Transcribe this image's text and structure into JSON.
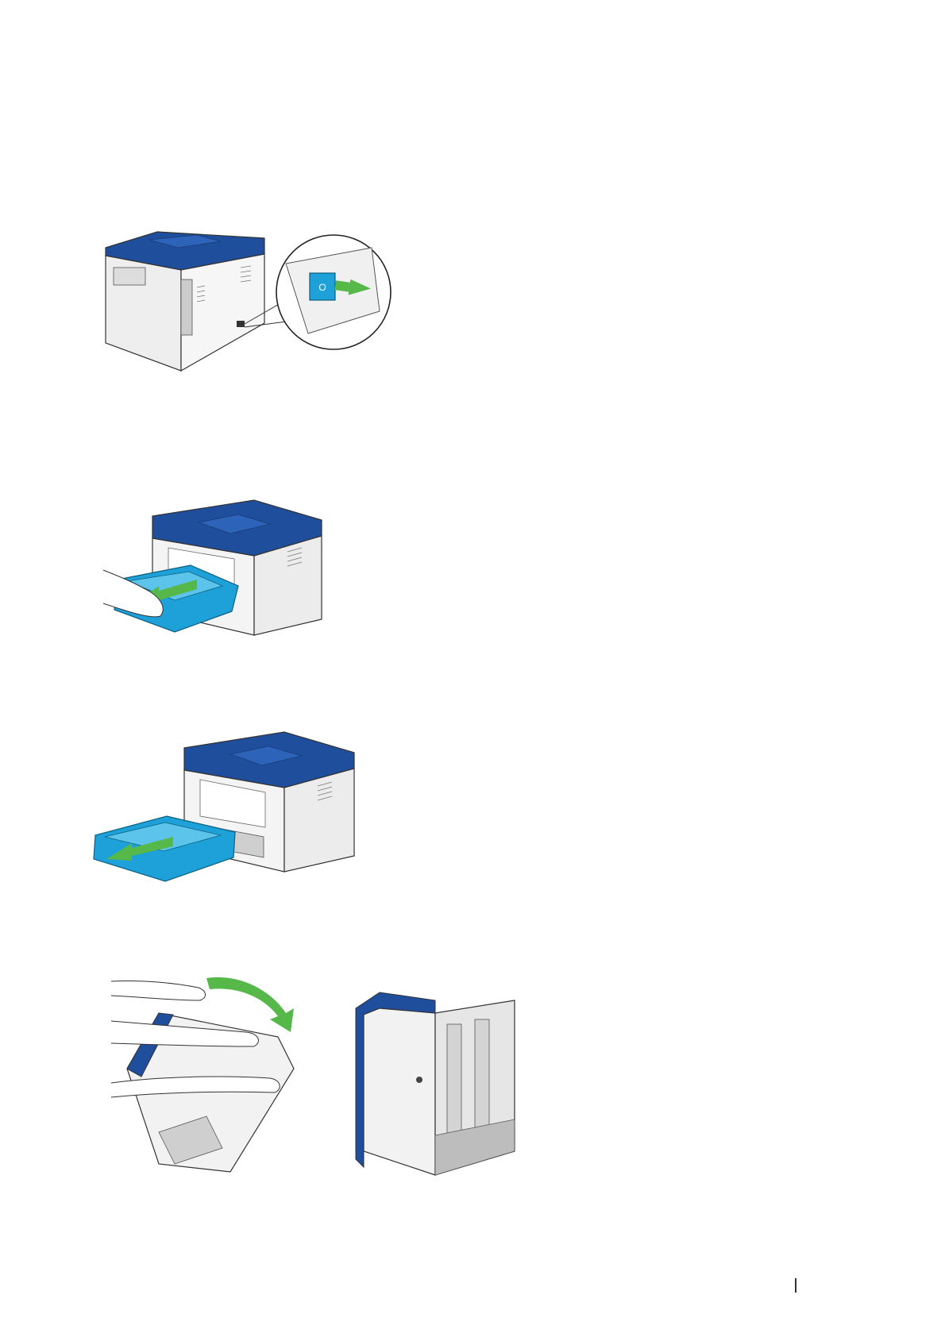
{
  "colors": {
    "brand_blue": "#1f4e9c",
    "tray_cyan": "#1da1d8",
    "arrow_green": "#55b848",
    "body_gray": "#eeeeee",
    "outline": "#333333"
  },
  "figures": [
    {
      "id": "fig1",
      "name": "printer-rear-power-switch",
      "inset_glyph": "O"
    },
    {
      "id": "fig2",
      "name": "printer-pull-out-tray"
    },
    {
      "id": "fig3",
      "name": "printer-tray-removed"
    },
    {
      "id": "fig4a",
      "name": "printer-tilt-hands"
    },
    {
      "id": "fig4b",
      "name": "printer-bottom-view"
    }
  ]
}
